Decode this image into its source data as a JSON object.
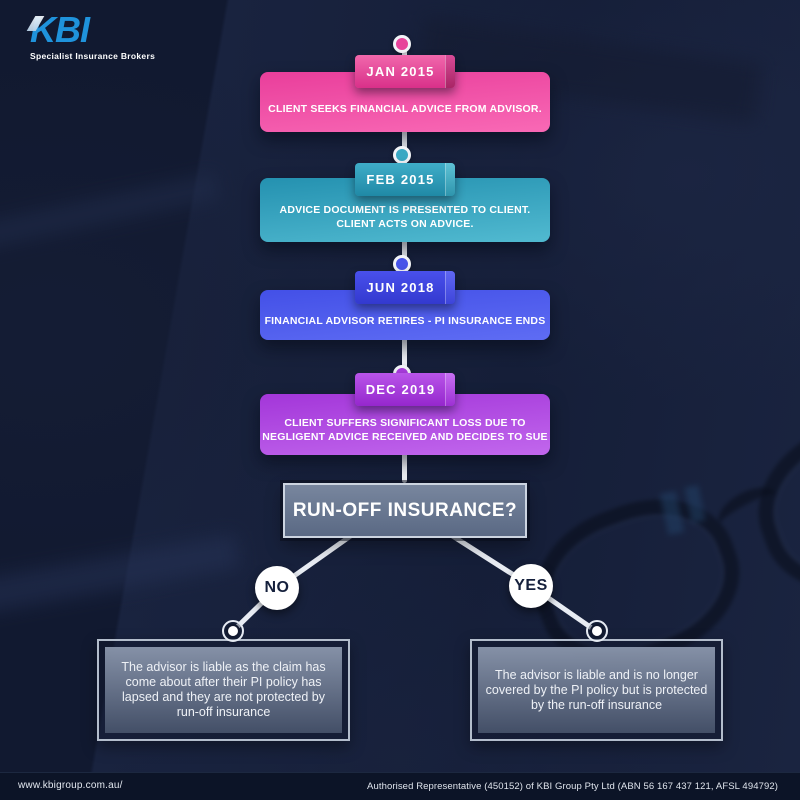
{
  "brand": {
    "logo_text": "KBI",
    "tagline": "Specialist Insurance Brokers"
  },
  "timeline": {
    "items": [
      {
        "date": "JAN 2015",
        "accent": "#ee3f9c",
        "lines": [
          "CLIENT SEEKS FINANCIAL ADVICE FROM ADVISOR."
        ]
      },
      {
        "date": "FEB 2015",
        "accent": "#2f9fbe",
        "lines": [
          "ADVICE DOCUMENT IS PRESENTED TO CLIENT.",
          "CLIENT ACTS ON ADVICE."
        ]
      },
      {
        "date": "JUN 2018",
        "accent": "#4450e8",
        "lines": [
          "FINANCIAL ADVISOR RETIRES - PI INSURANCE ENDS"
        ]
      },
      {
        "date": "DEC 2019",
        "accent": "#a73de0",
        "lines": [
          "CLIENT SUFFERS SIGNIFICANT LOSS DUE TO",
          "NEGLIGENT ADVICE RECEIVED AND DECIDES TO SUE"
        ]
      }
    ]
  },
  "decision": {
    "question": "RUN-OFF INSURANCE?",
    "no_branch": {
      "label": "NO",
      "outcome": "The advisor is liable as the claim has come about after their PI policy has lapsed and they are not protected by run-off insurance"
    },
    "yes_branch": {
      "label": "YES",
      "outcome": "The advisor is liable and is no longer covered by the PI policy but is protected by the run-off insurance"
    }
  },
  "footer": {
    "website": "www.kbigroup.com.au/",
    "legal": "Authorised Representative (450152) of KBI Group Pty Ltd (ABN 56 167 437 121, AFSL 494792)"
  },
  "colors": {
    "background": "#141d36",
    "brand_blue": "#1f93dc",
    "timeline_pink": "#ee3f9c",
    "timeline_teal": "#2f9fbe",
    "timeline_blue": "#4450e8",
    "timeline_purple": "#a73de0",
    "connector_white": "#eef1f7",
    "panel_slate": "#68778f",
    "footer_bar": "#0c1427"
  }
}
